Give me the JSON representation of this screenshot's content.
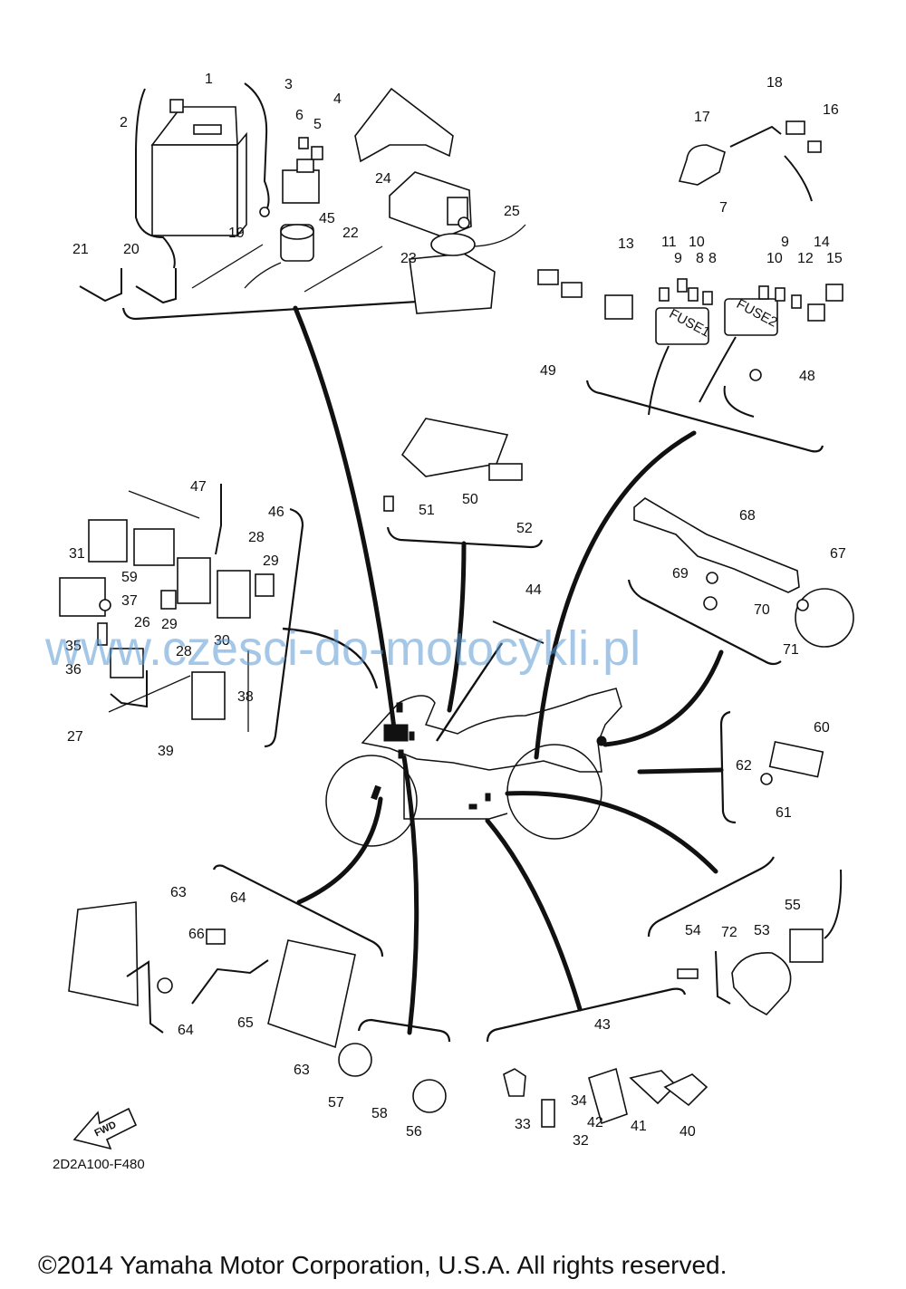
{
  "diagram": {
    "drawing_code": "2D2A100-F480",
    "fwd_label": "FWD",
    "copyright": "©2014 Yamaha Motor Corporation, U.S.A. All rights reserved.",
    "watermark": "www.czesci-do-motocykli.pl",
    "fuse_labels": [
      "FUSE1",
      "FUSE2"
    ],
    "callouts": [
      {
        "n": "1"
      },
      {
        "n": "2"
      },
      {
        "n": "3"
      },
      {
        "n": "4"
      },
      {
        "n": "5"
      },
      {
        "n": "6"
      },
      {
        "n": "7"
      },
      {
        "n": "8"
      },
      {
        "n": "8"
      },
      {
        "n": "9"
      },
      {
        "n": "9"
      },
      {
        "n": "10"
      },
      {
        "n": "10"
      },
      {
        "n": "11"
      },
      {
        "n": "12"
      },
      {
        "n": "13"
      },
      {
        "n": "14"
      },
      {
        "n": "15"
      },
      {
        "n": "16"
      },
      {
        "n": "17"
      },
      {
        "n": "18"
      },
      {
        "n": "19"
      },
      {
        "n": "20"
      },
      {
        "n": "21"
      },
      {
        "n": "22"
      },
      {
        "n": "23"
      },
      {
        "n": "24"
      },
      {
        "n": "25"
      },
      {
        "n": "26"
      },
      {
        "n": "27"
      },
      {
        "n": "28"
      },
      {
        "n": "28"
      },
      {
        "n": "29"
      },
      {
        "n": "29"
      },
      {
        "n": "30"
      },
      {
        "n": "31"
      },
      {
        "n": "32"
      },
      {
        "n": "33"
      },
      {
        "n": "34"
      },
      {
        "n": "35"
      },
      {
        "n": "36"
      },
      {
        "n": "37"
      },
      {
        "n": "38"
      },
      {
        "n": "39"
      },
      {
        "n": "40"
      },
      {
        "n": "41"
      },
      {
        "n": "42"
      },
      {
        "n": "43"
      },
      {
        "n": "44"
      },
      {
        "n": "45"
      },
      {
        "n": "46"
      },
      {
        "n": "47"
      },
      {
        "n": "48"
      },
      {
        "n": "49"
      },
      {
        "n": "50"
      },
      {
        "n": "51"
      },
      {
        "n": "52"
      },
      {
        "n": "53"
      },
      {
        "n": "54"
      },
      {
        "n": "55"
      },
      {
        "n": "56"
      },
      {
        "n": "57"
      },
      {
        "n": "58"
      },
      {
        "n": "59"
      },
      {
        "n": "60"
      },
      {
        "n": "61"
      },
      {
        "n": "62"
      },
      {
        "n": "63"
      },
      {
        "n": "63"
      },
      {
        "n": "64"
      },
      {
        "n": "64"
      },
      {
        "n": "65"
      },
      {
        "n": "66"
      },
      {
        "n": "67"
      },
      {
        "n": "68"
      },
      {
        "n": "69"
      },
      {
        "n": "70"
      },
      {
        "n": "71"
      },
      {
        "n": "72"
      }
    ]
  }
}
